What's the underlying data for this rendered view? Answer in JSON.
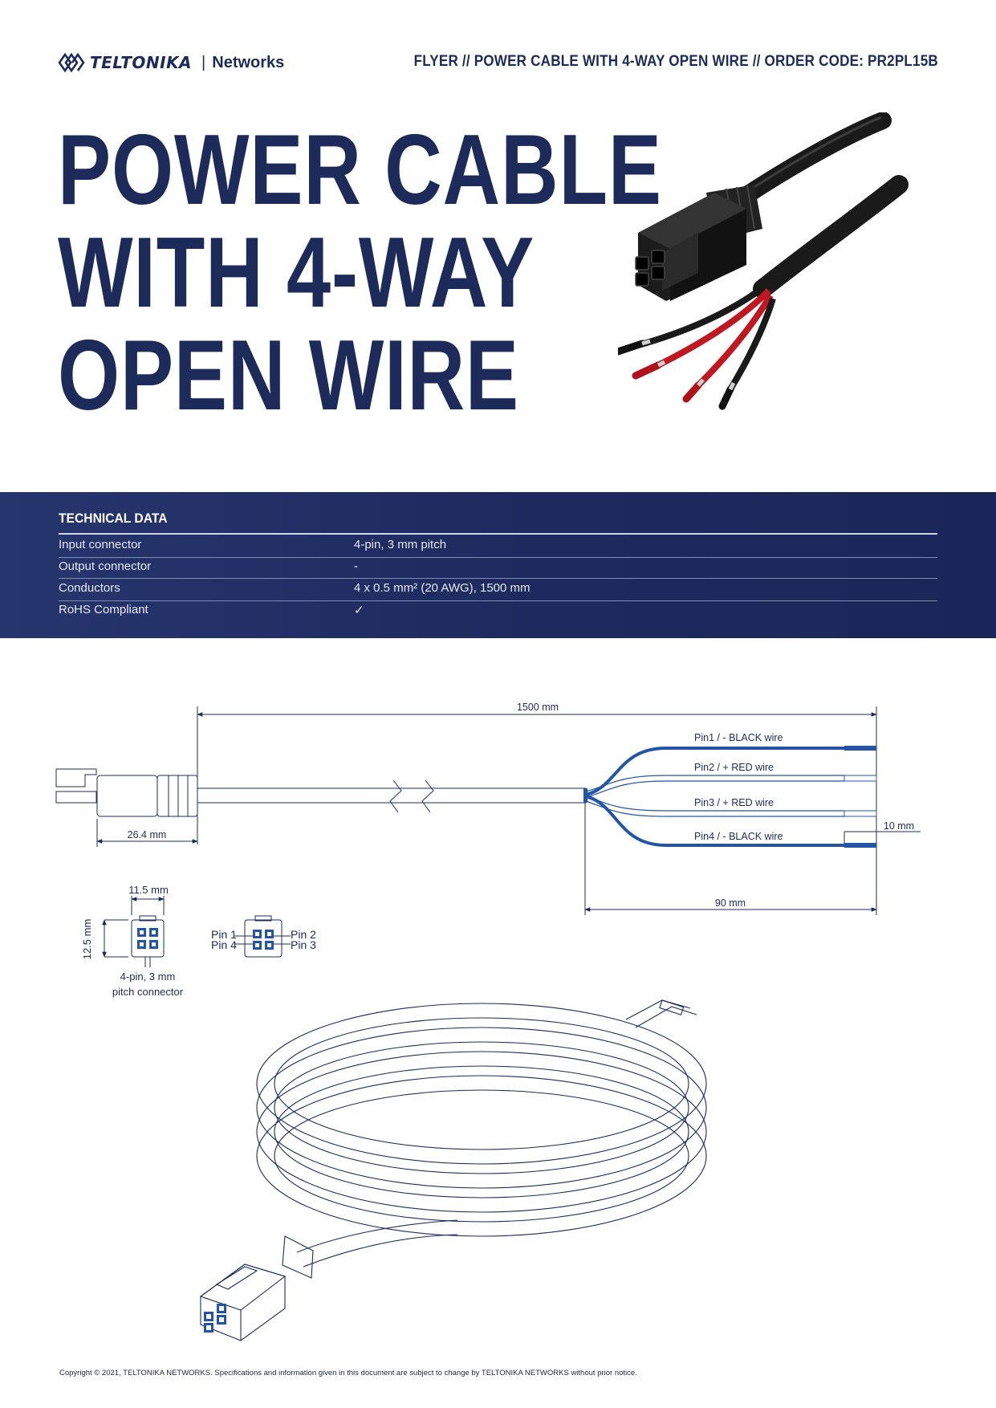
{
  "header": {
    "brand": "TELTONIKA",
    "separator": "|",
    "division": "Networks",
    "doc_info": "FLYER // POWER CABLE WITH 4-WAY OPEN WIRE // ORDER CODE: PR2PL15B"
  },
  "title": {
    "line1": "POWER CABLE",
    "line2": "WITH 4-WAY",
    "line3": "OPEN WIRE"
  },
  "technical_data": {
    "heading": "TECHNICAL DATA",
    "rows": [
      {
        "label": "Input connector",
        "value": "4-pin, 3 mm pitch"
      },
      {
        "label": "Output connector",
        "value": "-"
      },
      {
        "label": "Conductors",
        "value": "4 x 0.5 mm² (20 AWG), 1500 mm"
      },
      {
        "label": "RoHS Compliant",
        "value": "✓"
      }
    ]
  },
  "drawing": {
    "total_length": "1500 mm",
    "connector_length": "26.4 mm",
    "stripped_length": "10 mm",
    "split_length": "90 mm",
    "wires": [
      "Pin1 / - BLACK wire",
      "Pin2 / + RED wire",
      "Pin3 / + RED wire",
      "Pin4 / - BLACK wire"
    ],
    "connector_width": "11.5 mm",
    "connector_height": "12.5 mm",
    "connector_caption_line1": "4-pin, 3 mm",
    "connector_caption_line2": "pitch connector",
    "pins": {
      "pin1": "Pin 1",
      "pin2": "Pin 2",
      "pin3": "Pin 3",
      "pin4": "Pin 4"
    }
  },
  "colors": {
    "navy": "#1d2b5a",
    "drawing_blue": "#2454a6",
    "wire_red": "#c01820"
  },
  "footer": "Copyright © 2021, TELTONIKA NETWORKS. Specifications and information given in this document are subject to change by TELTONIKA NETWORKS without prior notice."
}
